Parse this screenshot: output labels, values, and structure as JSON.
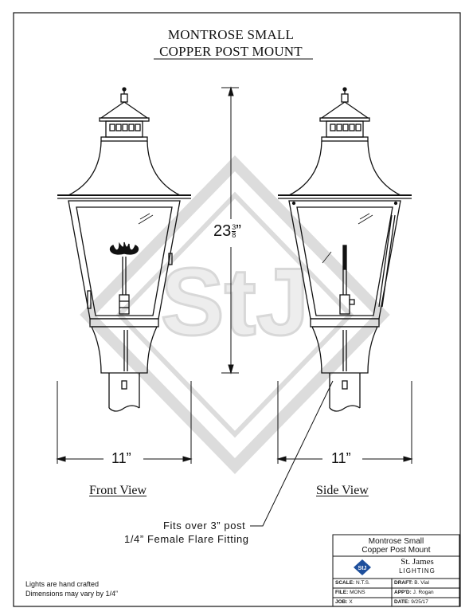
{
  "title": {
    "line1": "MONTROSE SMALL",
    "line2": "COPPER POST MOUNT"
  },
  "views": {
    "front_label": "Front View",
    "side_label": "Side View"
  },
  "dimensions": {
    "height_whole": "23",
    "height_num": "3",
    "height_den": "8",
    "height_unit": "”",
    "front_width": "11”",
    "side_width": "11”"
  },
  "callout": {
    "line1": "Fits over 3” post",
    "line2": "1/4” Female Flare Fitting"
  },
  "footnote": {
    "line1": "Lights are hand crafted",
    "line2": "Dimensions may vary by 1/4”"
  },
  "watermark_monogram": "StJ",
  "title_block": {
    "product_line1": "Montrose Small",
    "product_line2": "Copper Post Mount",
    "company_line1": "St. James",
    "company_line2": "LIGHTING",
    "logo_letters": "StJ",
    "scale_label": "SCALE:",
    "scale_value": "N.T.S.",
    "draft_label": "DRAFT:",
    "draft_value": "B. Vial",
    "file_label": "FILE:",
    "file_value": "MONS",
    "appd_label": "APP'D:",
    "appd_value": "J. Rogan",
    "job_label": "JOB:",
    "job_value": "X",
    "date_label": "DATE:",
    "date_value": "9/25/17"
  },
  "colors": {
    "line": "#111111",
    "watermark": "#d9d9d9",
    "logo_blue": "#1e4f9c"
  }
}
